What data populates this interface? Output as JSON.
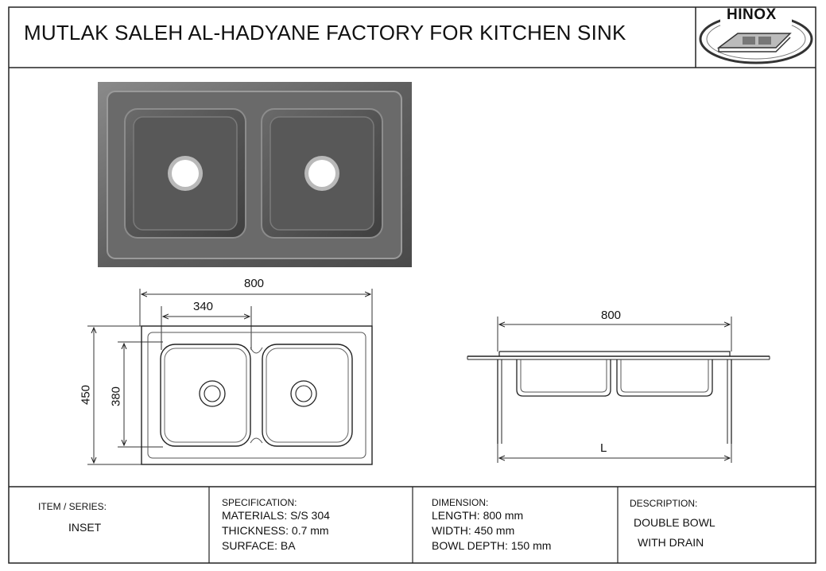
{
  "header": {
    "title": "MUTLAK SALEH AL-HADYANE FACTORY FOR KITCHEN SINK",
    "logo_text": "HINOX"
  },
  "top_view": {
    "overall_length": "800",
    "bowl_width": "340",
    "overall_width": "450",
    "bowl_length": "380"
  },
  "side_view": {
    "overall_length": "800",
    "label_l": "L"
  },
  "info": {
    "item": {
      "header": "ITEM / SERIES:",
      "value": "INSET"
    },
    "specification": {
      "header": "SPECIFICATION:",
      "materials": "MATERIALS: S/S 304",
      "thickness": "THICKNESS: 0.7 mm",
      "surface": "SURFACE: BA"
    },
    "dimension": {
      "header": "DIMENSION:",
      "length": "LENGTH:  800 mm",
      "width": "WIDTH:  450 mm",
      "depth": "BOWL DEPTH:  150 mm"
    },
    "description": {
      "header": "DESCRIPTION:",
      "line1": "DOUBLE BOWL",
      "line2": "WITH DRAIN"
    }
  }
}
